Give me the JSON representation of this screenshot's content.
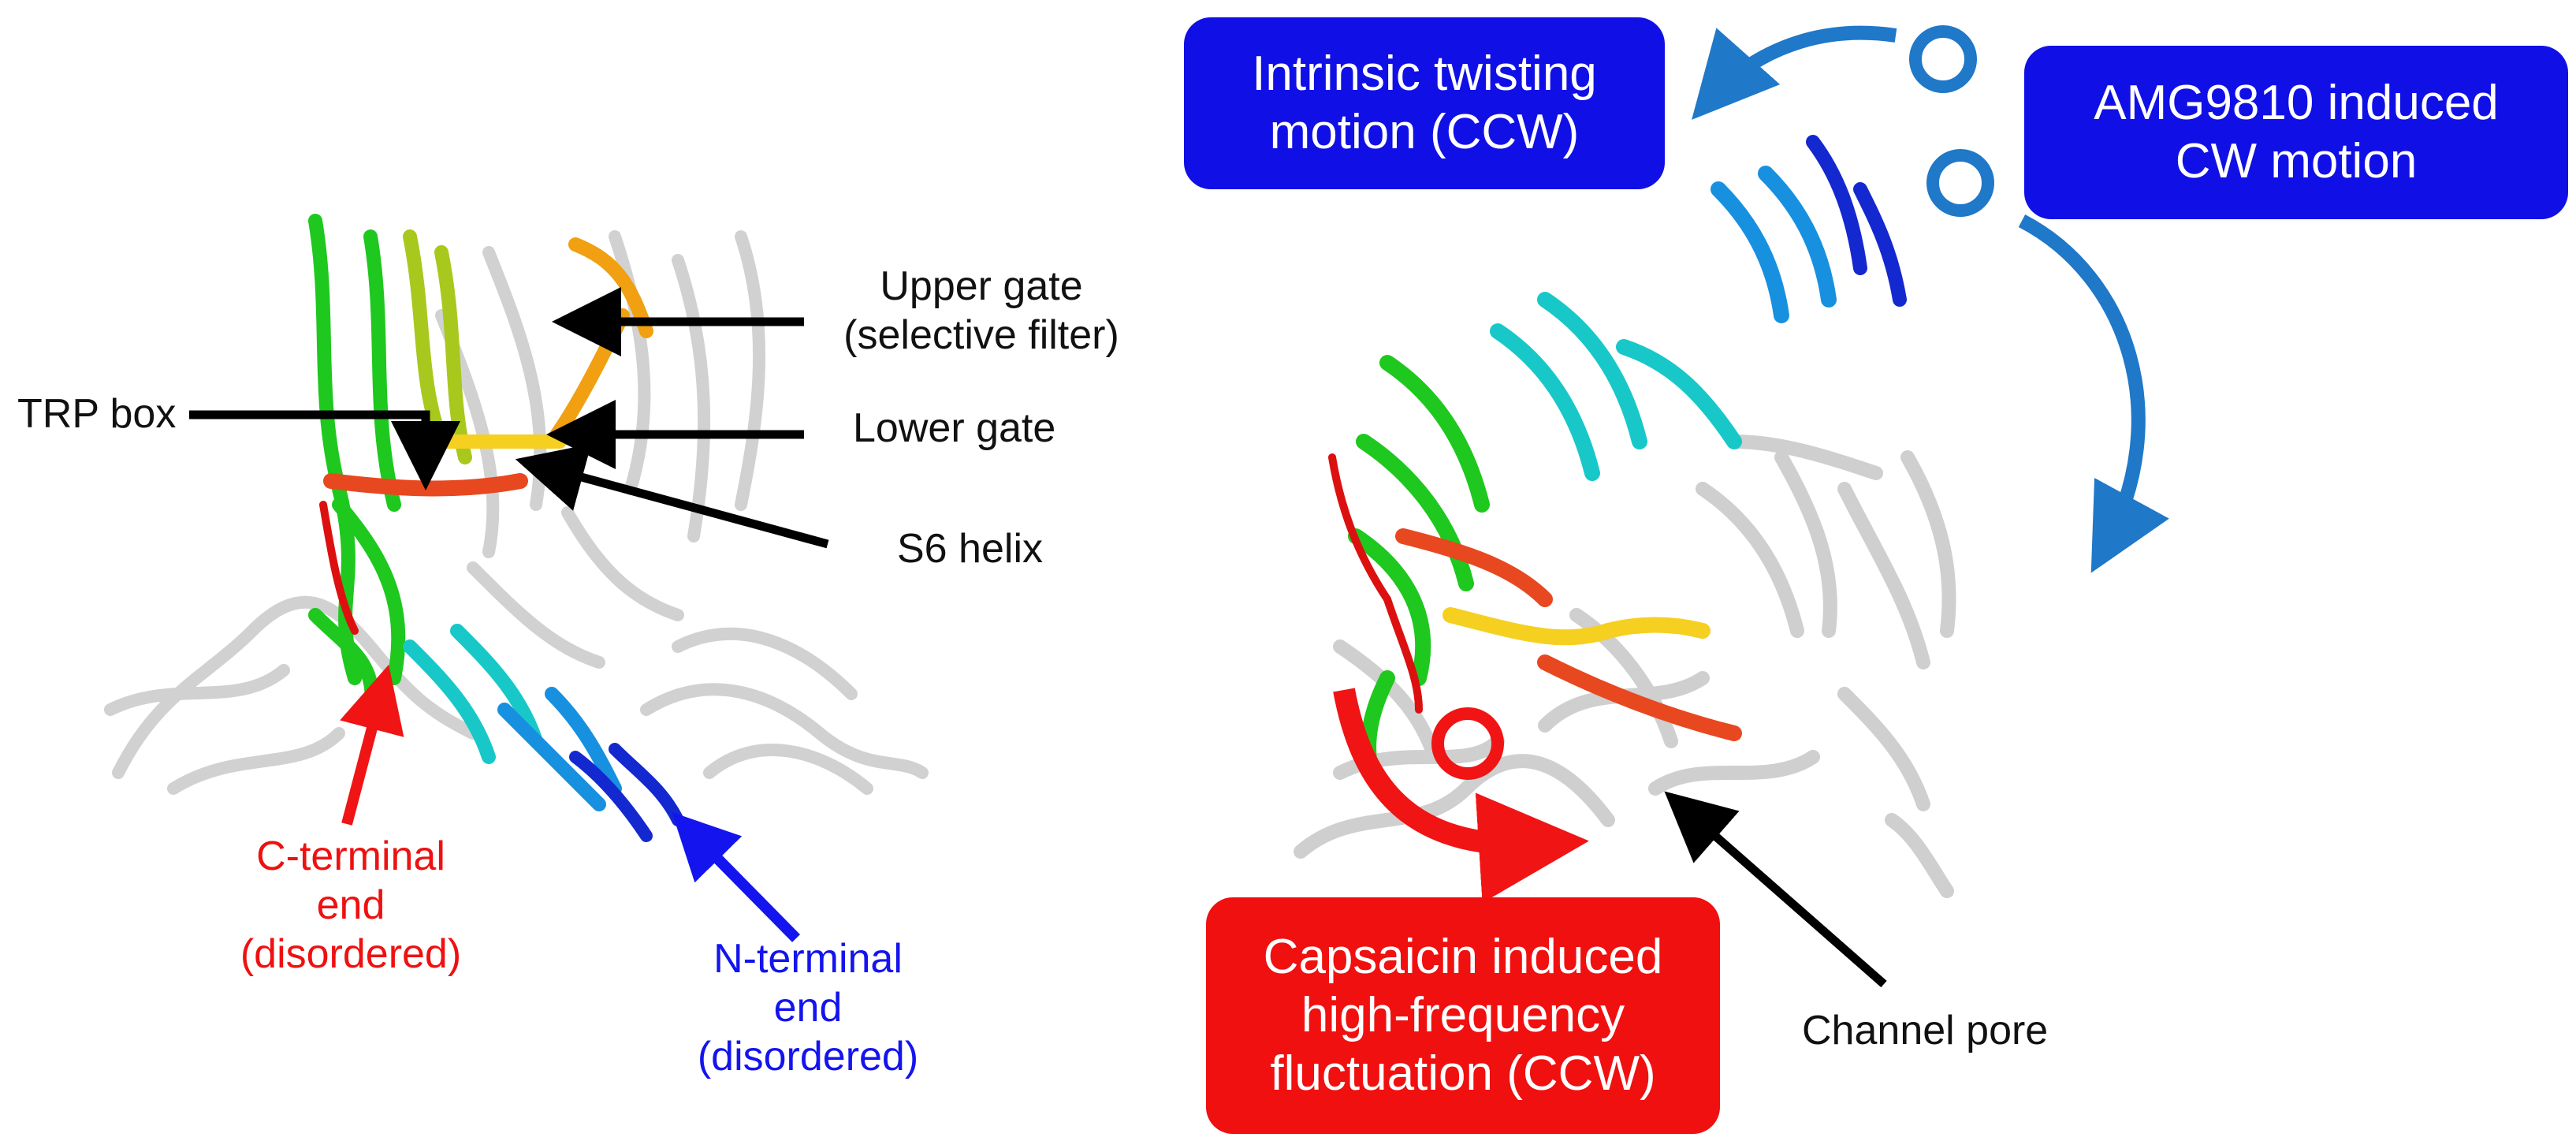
{
  "labels": {
    "trp_box": "TRP box",
    "upper_gate_line1": "Upper gate",
    "upper_gate_line2": "(selective filter)",
    "lower_gate": "Lower gate",
    "s6_helix": "S6 helix",
    "c_terminal_line1": "C-terminal",
    "c_terminal_line2": "end",
    "c_terminal_line3": "(disordered)",
    "n_terminal_line1": "N-terminal",
    "n_terminal_line2": "end",
    "n_terminal_line3": "(disordered)",
    "channel_pore": "Channel pore"
  },
  "boxes": {
    "intrinsic_line1": "Intrinsic twisting",
    "intrinsic_line2": "motion (CCW)",
    "amg_line1": "AMG9810 induced",
    "amg_line2": "CW motion",
    "capsaicin_line1": "Capsaicin induced",
    "capsaicin_line2": "high-frequency",
    "capsaicin_line3": "fluctuation (CCW)"
  },
  "colors": {
    "blue_box": "#1010e6",
    "red_box": "#f01010",
    "arrow_blue": "#1f78c8",
    "arrow_red": "#f01414",
    "c_term_label": "#ee1111",
    "n_term_label": "#1414ee",
    "protein_gray": "#cfcfcf"
  }
}
